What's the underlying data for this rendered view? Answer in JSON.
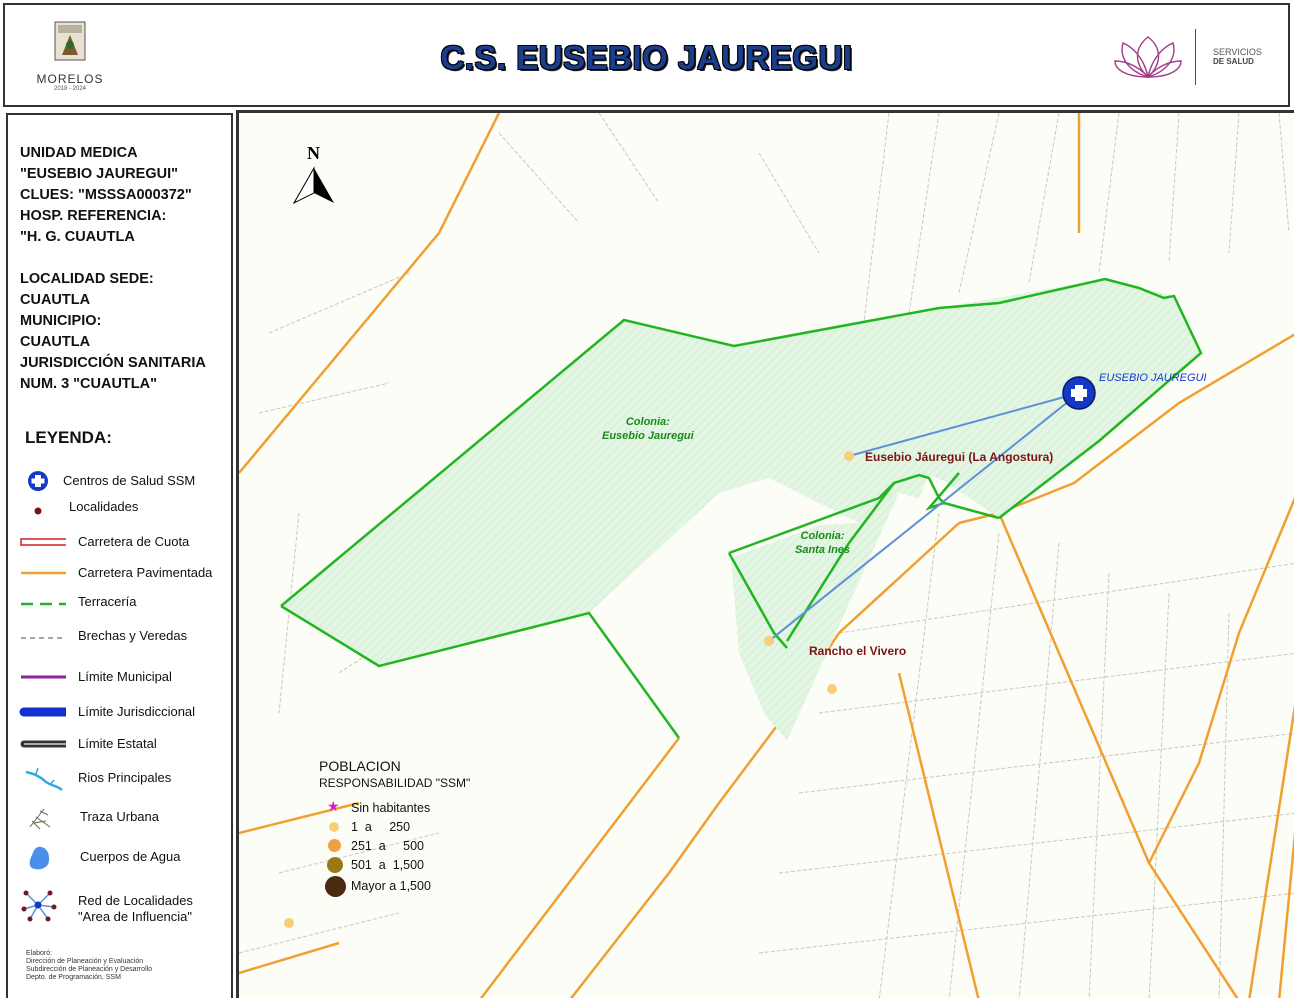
{
  "header": {
    "title": "C.S. EUSEBIO JAUREGUI",
    "state_logo_text": "MORELOS",
    "state_logo_years": "2018 - 2024",
    "agency_line1": "SERVICIOS",
    "agency_line2": "DE SALUD"
  },
  "sidebar": {
    "info_lines": [
      "UNIDAD MEDICA",
      "\"EUSEBIO JAUREGUI\"",
      "CLUES: \"MSSSA000372\"",
      "HOSP. REFERENCIA:",
      "\"H. G. CUAUTLA",
      "",
      "LOCALIDAD SEDE:",
      "CUAUTLA",
      "MUNICIPIO:",
      "CUAUTLA",
      "JURISDICCIÓN SANITARIA",
      "NUM. 3 \"CUAUTLA\""
    ],
    "legend_title": "LEYENDA:",
    "legend_items": [
      {
        "label": "Centros de Salud SSM",
        "icon": "health-center-icon"
      },
      {
        "label": "Localidades",
        "icon": "locality-dot-icon"
      },
      {
        "label": "Carretera de Cuota",
        "icon": "toll-road-line"
      },
      {
        "label": "Carretera Pavimentada",
        "icon": "paved-road-line"
      },
      {
        "label": "Terracería",
        "icon": "dirt-road-line"
      },
      {
        "label": "Brechas y Veredas",
        "icon": "trail-line"
      },
      {
        "label": "Límite Municipal",
        "icon": "municipal-limit-line"
      },
      {
        "label": "Límite Jurisdiccional",
        "icon": "jurisdiction-limit-line"
      },
      {
        "label": "Límite Estatal",
        "icon": "state-limit-line"
      },
      {
        "label": "Rios Principales",
        "icon": "river-icon"
      },
      {
        "label": "Traza Urbana",
        "icon": "urban-trace-icon"
      },
      {
        "label": "Cuerpos de Agua",
        "icon": "water-body-icon"
      },
      {
        "label": "Red de Localidades \"Area de Influencia\"",
        "icon": "locality-network-icon"
      }
    ],
    "credits": [
      "Elaboró:",
      "Dirección de Planeación y Evaluación",
      "Subdirección de Planeación y Desarrollo",
      "Depto. de Programación, SSM"
    ]
  },
  "map": {
    "north_label": "N",
    "health_center_label": "EUSEBIO JAUREGUI",
    "localities": [
      "Eusebio Jáuregui (La Angostura)",
      "Rancho el Vivero"
    ],
    "colonia_labels": [
      {
        "line1": "Colonia:",
        "line2": "Eusebio Jauregui"
      },
      {
        "line1": "Colonia:",
        "line2": "Santa Ines"
      }
    ],
    "colors": {
      "boundary": "#22b522",
      "area_fill": "#e3f5e3",
      "paved_road": "#f0a030",
      "network_line": "#5b8fd8",
      "health_center": "#1439c8",
      "locality_label": "#7a1414"
    }
  },
  "population_legend": {
    "title": "POBLACION",
    "subtitle": "RESPONSABILIDAD \"SSM\"",
    "rows": [
      {
        "label": "Sin habitantes",
        "color": "#d020d0"
      },
      {
        "label": "1  a     250",
        "color": "#f5cf7a"
      },
      {
        "label": "251  a     500",
        "color": "#f0a040"
      },
      {
        "label": "501  a  1,500",
        "color": "#9a7a10"
      },
      {
        "label": "Mayor a 1,500",
        "color": "#4a2a10"
      }
    ]
  }
}
